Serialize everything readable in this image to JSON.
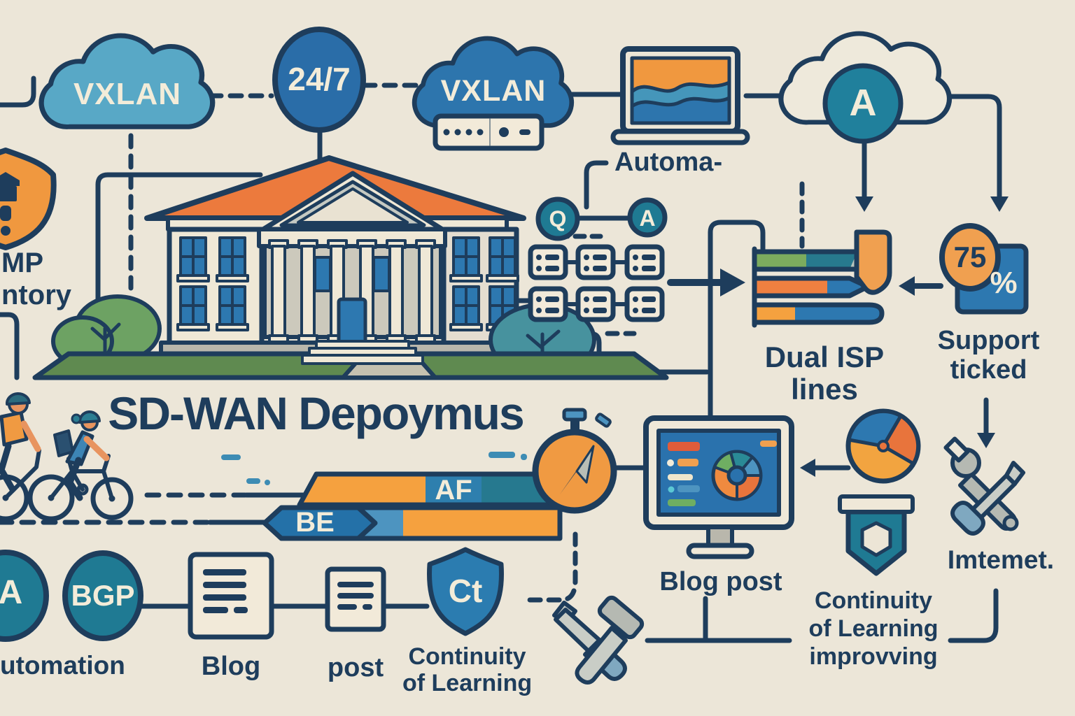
{
  "colors": {
    "background": "#ece6d8",
    "ink": "#1e3d5c",
    "cream_text": "#f3ecd9",
    "orange": "#f09a42",
    "roof_orange": "#ec7a3d",
    "blue": "#2d78b0",
    "teal": "#1f7a93",
    "light_blue_cloud": "#58a8c6",
    "green": "#6da263",
    "bar_green": "#7cab5e"
  },
  "icons": {
    "top": [
      "cloud-icon",
      "clock-24-7-badge",
      "cloud-router-icon",
      "laptop-chart-icon",
      "cloud-a-icon"
    ],
    "middle": [
      "alert-shield-icon",
      "school-building-icon",
      "qa-circles",
      "switch-grid-icon",
      "dual-isp-bars",
      "percent-badge",
      "stopwatch-icon"
    ],
    "bottom": [
      "cyclists-icon",
      "monitor-dashboard-icon",
      "pie-chart-icon",
      "ribbon-icon",
      "wrench-screwdriver-icon",
      "hammer-screwdriver-icon",
      "document-icon",
      "shield-ct-icon",
      "automation-circle",
      "bgp-circle"
    ]
  },
  "top": {
    "cloud_left": "VXLAN",
    "availability": "24/7",
    "cloud_mid": "VXLAN",
    "cloud_right_letter": "A",
    "automation_note": "Automa-"
  },
  "left_panel": {
    "shield_line1": "MP",
    "shield_line2": "ntory"
  },
  "title": "SD-WAN Depoymus",
  "qa": {
    "q": "Q",
    "a": "A"
  },
  "timeline": {
    "af": "AF",
    "be": "BE"
  },
  "dual_isp": {
    "line1": "Dual ISP",
    "line2": "lines"
  },
  "support": {
    "value": "75",
    "percent": "%",
    "line1": "Support",
    "line2": "ticked"
  },
  "right_column": {
    "internet": "Imtemet.",
    "continuity1": "Continuity",
    "continuity2": "of Learning",
    "continuity3": "improvving"
  },
  "monitor": {
    "label": "Blog post"
  },
  "bottom_row": {
    "circle_a": "A",
    "automation_label": "utomation",
    "bgp": "BGP",
    "doc1_label": "Blog",
    "doc2_label": "post",
    "shield_monogram": "Ct",
    "shield_label1": "Continuity",
    "shield_label2": "of Learning"
  }
}
